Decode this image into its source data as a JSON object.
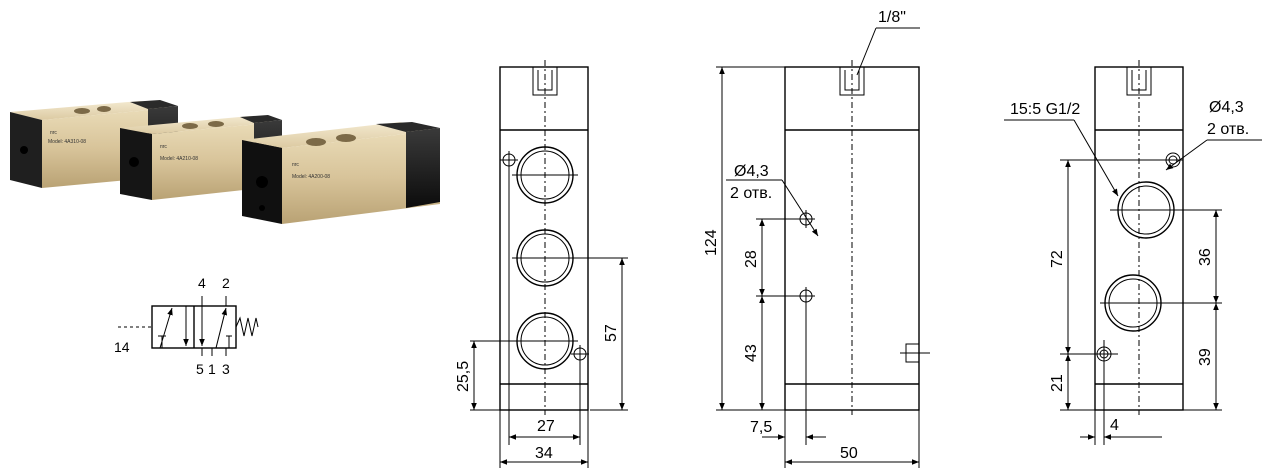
{
  "product": {
    "brand": "пгс",
    "model_labels": [
      "Model: 4A310-08",
      "Model: 4A210-08",
      "Model: 4A200-08"
    ]
  },
  "symbol": {
    "ports_top": [
      "4",
      "2"
    ],
    "port_left": "14",
    "ports_bottom": [
      "5",
      "1",
      "3"
    ]
  },
  "view1": {
    "dim_width_inner": "27",
    "dim_width_outer": "34",
    "dim_height_57": "57",
    "dim_height_25": "25,5"
  },
  "view2": {
    "thread_top": "1/8\"",
    "hole_dia": "Ø4,3",
    "hole_count": "2 отв.",
    "dim_total_height": "124",
    "dim_28": "28",
    "dim_43": "43",
    "dim_7_5": "7,5",
    "dim_width": "50"
  },
  "view3": {
    "thread_label": "15:5 G1/2",
    "hole_dia": "Ø4,3",
    "hole_count": "2 отв.",
    "dim_72": "72",
    "dim_21": "21",
    "dim_36": "36",
    "dim_39": "39",
    "dim_4": "4"
  },
  "colors": {
    "body_gold": "#d8c49a",
    "cap_black": "#1a1a1a",
    "line": "#000000"
  }
}
